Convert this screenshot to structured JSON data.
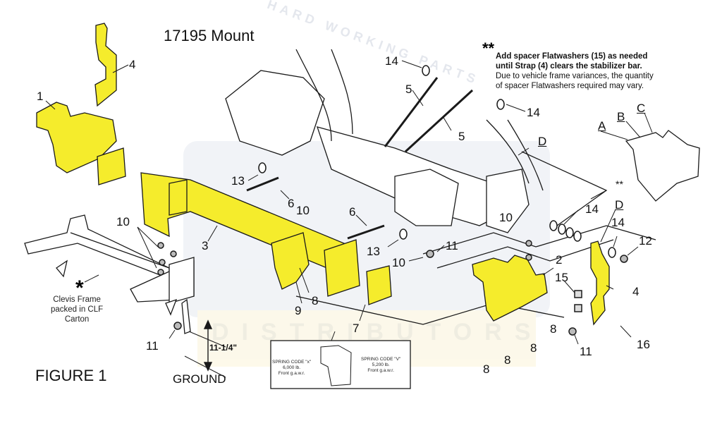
{
  "title": "17195 Mount",
  "figure_label": "FIGURE 1",
  "ground_label": "GROUND",
  "dimension_label": "11-1/4\"",
  "note": {
    "marker": "**",
    "bold_lines": [
      "Add spacer Flatwashers (15) as needed",
      "until Strap (4) clears the stabilizer bar."
    ],
    "lines": [
      "Due to vehicle frame variances, the quantity",
      "of spacer Flatwashers required may vary."
    ]
  },
  "clevis_note": {
    "marker": "*",
    "lines": [
      "Clevis Frame",
      "packed in CLF",
      "Carton"
    ]
  },
  "spring_inset": {
    "left": [
      "SPRING CODE \"x\"",
      "6,000 lb.",
      "Front g.a.w.r."
    ],
    "right": [
      "SPRING CODE \"V\"",
      "5,200 lb.",
      "Front g.a.w.r."
    ]
  },
  "watermark": {
    "top_arc": "HARD WORKING PARTS",
    "bottom": "DISTRIBUTORS"
  },
  "part_callouts": [
    {
      "id": "1",
      "text": "1"
    },
    {
      "id": "4a",
      "text": "4"
    },
    {
      "id": "14a",
      "text": "14"
    },
    {
      "id": "5a",
      "text": "5"
    },
    {
      "id": "5b",
      "text": "5"
    },
    {
      "id": "14b",
      "text": "14"
    },
    {
      "id": "13a",
      "text": "13"
    },
    {
      "id": "6a",
      "text": "6"
    },
    {
      "id": "10a",
      "text": "10"
    },
    {
      "id": "6b",
      "text": "6"
    },
    {
      "id": "10b",
      "text": "10"
    },
    {
      "id": "3",
      "text": "3"
    },
    {
      "id": "13b",
      "text": "13"
    },
    {
      "id": "11a",
      "text": "11"
    },
    {
      "id": "10c",
      "text": "10"
    },
    {
      "id": "10d",
      "text": "10"
    },
    {
      "id": "9",
      "text": "9"
    },
    {
      "id": "8a",
      "text": "8"
    },
    {
      "id": "7",
      "text": "7"
    },
    {
      "id": "11b",
      "text": "11"
    },
    {
      "id": "2",
      "text": "2"
    },
    {
      "id": "15",
      "text": "15"
    },
    {
      "id": "8b",
      "text": "8"
    },
    {
      "id": "8c",
      "text": "8"
    },
    {
      "id": "8d",
      "text": "8"
    },
    {
      "id": "8e",
      "text": "8"
    },
    {
      "id": "11c",
      "text": "11"
    },
    {
      "id": "4b",
      "text": "4"
    },
    {
      "id": "16",
      "text": "16"
    },
    {
      "id": "14c",
      "text": "14"
    },
    {
      "id": "14d",
      "text": "14"
    },
    {
      "id": "12",
      "text": "12"
    },
    {
      "id": "starstar",
      "text": "**"
    }
  ],
  "letter_callouts": [
    {
      "id": "A",
      "text": "A"
    },
    {
      "id": "B",
      "text": "B"
    },
    {
      "id": "C",
      "text": "C"
    },
    {
      "id": "D1",
      "text": "D"
    },
    {
      "id": "D2",
      "text": "D"
    }
  ],
  "colors": {
    "highlight_yellow": "#f5ec2c",
    "line": "#1a1a1a",
    "watermark": "#d9dde6",
    "watermark_yellow": "#fbf3d6"
  }
}
